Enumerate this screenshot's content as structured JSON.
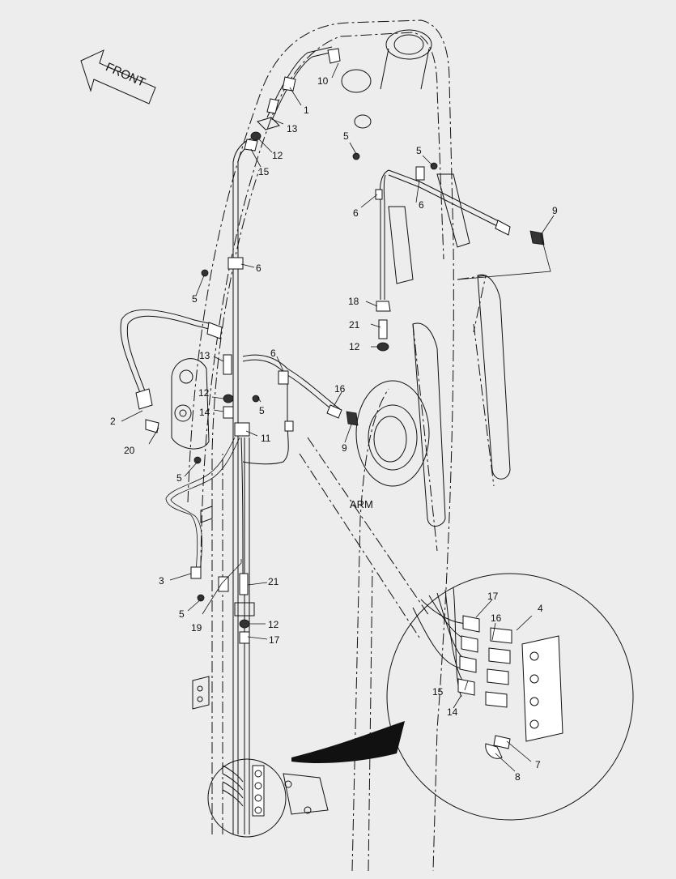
{
  "diagram": {
    "direction_label": "FRONT",
    "component_label": "ARM",
    "callouts": {
      "c1": "1",
      "c2": "2",
      "c3": "3",
      "c4": "4",
      "c5a": "5",
      "c5b": "5",
      "c5c": "5",
      "c5d": "5",
      "c5e": "5",
      "c5f": "5",
      "c6a": "6",
      "c6b": "6",
      "c6c": "6",
      "c6d": "6",
      "c7": "7",
      "c8": "8",
      "c9a": "9",
      "c9b": "9",
      "c10": "10",
      "c11": "11",
      "c12a": "12",
      "c12b": "12",
      "c12c": "12",
      "c12d": "12",
      "c13a": "13",
      "c13b": "13",
      "c14a": "14",
      "c14b": "14",
      "c15a": "15",
      "c15b": "15",
      "c16a": "16",
      "c16b": "16",
      "c17a": "17",
      "c17b": "17",
      "c18": "18",
      "c19": "19",
      "c20": "20",
      "c21a": "21",
      "c21b": "21"
    }
  }
}
